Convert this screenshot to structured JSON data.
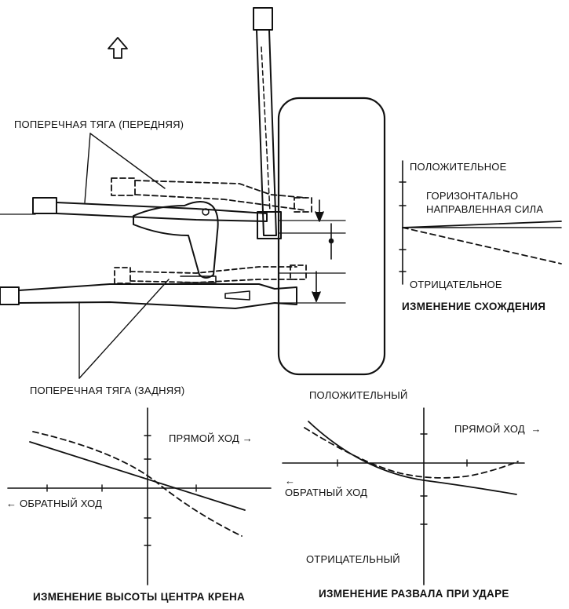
{
  "colors": {
    "ink": "#111111",
    "background": "#ffffff"
  },
  "top": {
    "direction_arrow_icon": "up-arrow-icon",
    "front_tie_rod_label": "ПОПЕРЕЧНАЯ ТЯГА (ПЕРЕДНЯЯ)",
    "rear_tie_rod_label": "ПОПЕРЕЧНАЯ ТЯГА (ЗАДНЯЯ)"
  },
  "toe_chart": {
    "title": "ИЗМЕНЕНИЕ СХОЖДЕНИЯ",
    "positive_label": "ПОЛОЖИТЕЛЬНОЕ",
    "force_label_line1": "ГОРИЗОНТАЛЬНО",
    "force_label_line2": "НАПРАВЛЕННАЯ СИЛА",
    "negative_label": "ОТРИЦАТЕЛЬНОЕ"
  },
  "roll_center_chart": {
    "title": "ИЗМЕНЕНИЕ ВЫСОТЫ ЦЕНТРА КРЕНА",
    "forward_label": "ПРЯМОЙ ХОД",
    "reverse_label": "ОБРАТНЫЙ ХОД"
  },
  "camber_chart": {
    "title": "ИЗМЕНЕНИЕ РАЗВАЛА ПРИ УДАРЕ",
    "positive_label": "ПОЛОЖИТЕЛЬНЫЙ",
    "forward_label": "ПРЯМОЙ ХОД",
    "reverse_label": "ОБРАТНЫЙ ХОД",
    "negative_label": "ОТРИЦАТЕЛЬНЫЙ"
  }
}
